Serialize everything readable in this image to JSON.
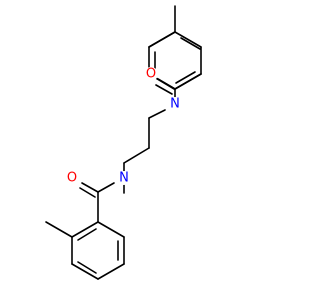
{
  "molecule": {
    "atoms": {
      "o1": {
        "label": "O",
        "color": "#ff0000"
      },
      "n1": {
        "label": "N",
        "color": "#0000ff"
      },
      "n2": {
        "label": "N",
        "color": "#0000ff"
      },
      "o2": {
        "label": "O",
        "color": "#ff0000"
      }
    },
    "bond_color": "#000000",
    "background": "#ffffff"
  }
}
